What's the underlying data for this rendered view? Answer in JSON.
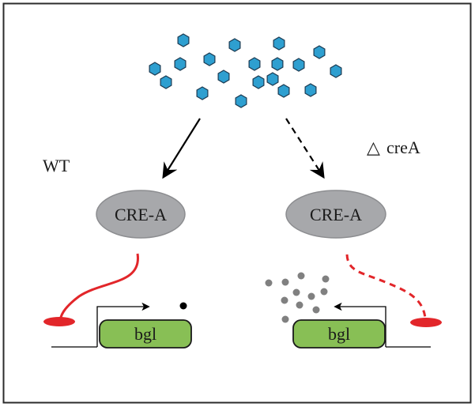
{
  "diagram": {
    "title": "CreA-mediated repression of bgl expression: wild type vs creA deletion",
    "colors": {
      "frame": "#2b2b2b",
      "hexagon_fill": "#2e9fd0",
      "hexagon_stroke": "#1c3b52",
      "protein_fill": "#a7a8ab",
      "protein_stroke": "#8c8d90",
      "repressor_red": "#e2262a",
      "gene_fill": "#88bf55",
      "gene_stroke": "#1a1a1a",
      "product_dots": "#808080",
      "text": "#1a1a1a"
    },
    "labels": {
      "wild_type": "WT",
      "mutant_symbol": "△",
      "mutant_name": "creA",
      "left_protein": "CRE-A",
      "right_protein": "CRE-A",
      "left_gene": "bgl",
      "right_gene": "bgl"
    },
    "ligand_count": 19,
    "left_panel": {
      "condition": "WT",
      "signal_arrow": "solid",
      "repressor_link": "solid",
      "transcription_direction": "right",
      "product_count": 1
    },
    "right_panel": {
      "condition": "△creA",
      "signal_arrow": "dashed",
      "repressor_link": "dashed",
      "transcription_direction": "left",
      "product_count": 11
    }
  }
}
